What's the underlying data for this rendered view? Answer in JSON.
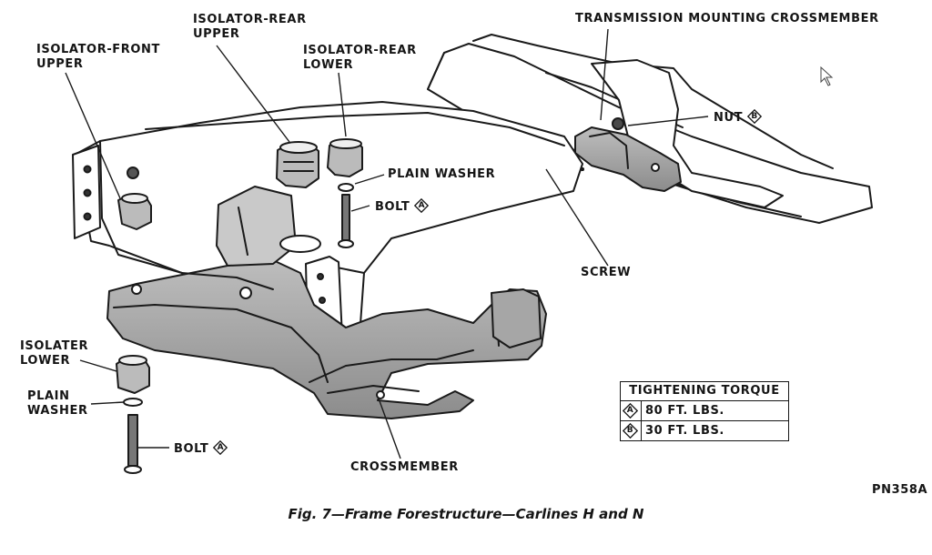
{
  "labels": {
    "isolator_front_upper": [
      "ISOLATOR-FRONT",
      "UPPER"
    ],
    "isolator_rear_upper": [
      "ISOLATOR-REAR",
      "UPPER"
    ],
    "isolator_rear_lower": [
      "ISOLATOR-REAR",
      "LOWER"
    ],
    "transmission_crossmember": "TRANSMISSION MOUNTING CROSSMEMBER",
    "nut": "NUT",
    "nut_torque_key": "B",
    "plain_washer_upper": "PLAIN WASHER",
    "bolt_upper": "BOLT",
    "bolt_upper_torque_key": "A",
    "screw": "SCREW",
    "isolater_lower": [
      "ISOLATER",
      "LOWER"
    ],
    "plain_washer_lower": [
      "PLAIN",
      "WASHER"
    ],
    "bolt_lower": "BOLT",
    "bolt_lower_torque_key": "A",
    "crossmember": "CROSSMEMBER"
  },
  "torque_table": {
    "title": "TIGHTENING TORQUE",
    "rows": [
      {
        "key": "A",
        "value": "80 FT. LBS."
      },
      {
        "key": "B",
        "value": "30 FT. LBS."
      }
    ]
  },
  "caption": "Fig. 7—Frame Forestructure—Carlines H and N",
  "reference": "PN358A"
}
